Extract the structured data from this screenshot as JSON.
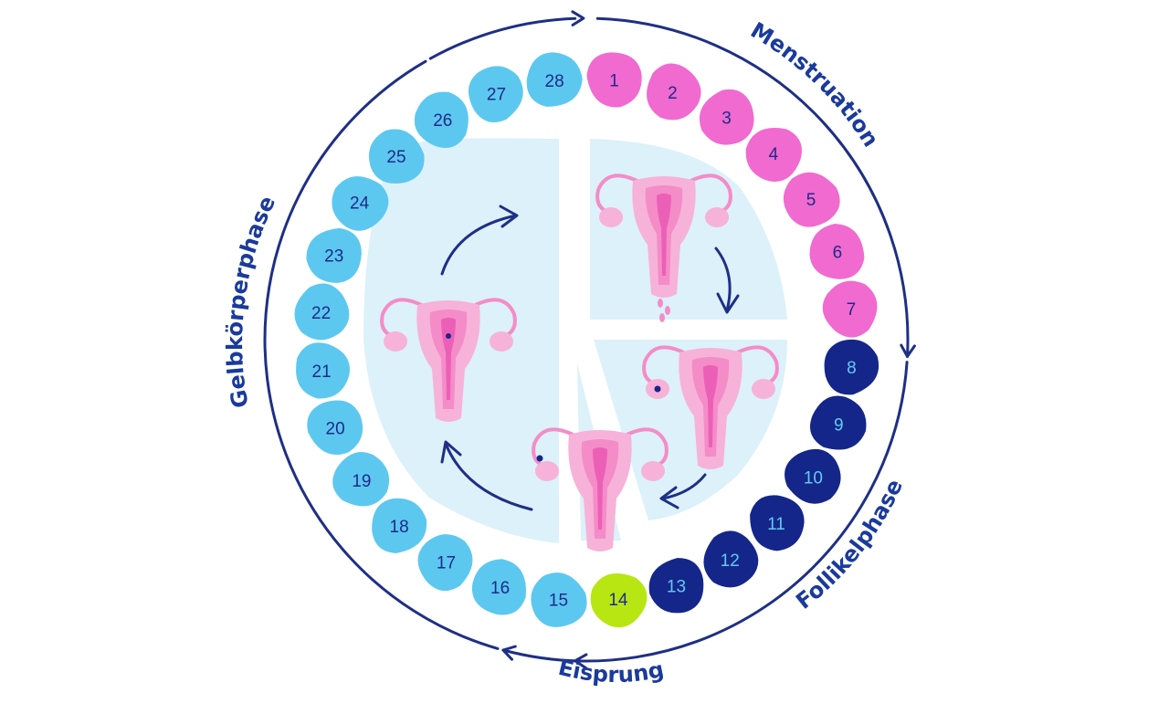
{
  "colors": {
    "menstruation": "#f06ad0",
    "follicular": "#14268a",
    "ovulation": "#b8e612",
    "luteal": "#5cc8f0",
    "text_dark": "#1e2a8a",
    "text_light": "#66c8f2",
    "sector_bg": "#dcf1f9",
    "uterus_light": "#f7b2d9",
    "uterus_mid": "#f48cc8",
    "uterus_dark": "#ec5fb7",
    "line": "#1e2f86"
  },
  "phases": {
    "menstruation": "Menstruation",
    "follicular": "Follikelphase",
    "ovulation": "Eisprung",
    "luteal": "Gelbkörperphase"
  },
  "days": [
    {
      "n": "1",
      "phase": "menstruation"
    },
    {
      "n": "2",
      "phase": "menstruation"
    },
    {
      "n": "3",
      "phase": "menstruation"
    },
    {
      "n": "4",
      "phase": "menstruation"
    },
    {
      "n": "5",
      "phase": "menstruation"
    },
    {
      "n": "6",
      "phase": "menstruation"
    },
    {
      "n": "7",
      "phase": "menstruation"
    },
    {
      "n": "8",
      "phase": "follicular"
    },
    {
      "n": "9",
      "phase": "follicular"
    },
    {
      "n": "10",
      "phase": "follicular"
    },
    {
      "n": "11",
      "phase": "follicular"
    },
    {
      "n": "12",
      "phase": "follicular"
    },
    {
      "n": "13",
      "phase": "follicular"
    },
    {
      "n": "14",
      "phase": "ovulation"
    },
    {
      "n": "15",
      "phase": "luteal"
    },
    {
      "n": "16",
      "phase": "luteal"
    },
    {
      "n": "17",
      "phase": "luteal"
    },
    {
      "n": "18",
      "phase": "luteal"
    },
    {
      "n": "19",
      "phase": "luteal"
    },
    {
      "n": "20",
      "phase": "luteal"
    },
    {
      "n": "21",
      "phase": "luteal"
    },
    {
      "n": "22",
      "phase": "luteal"
    },
    {
      "n": "23",
      "phase": "luteal"
    },
    {
      "n": "24",
      "phase": "luteal"
    },
    {
      "n": "25",
      "phase": "luteal"
    },
    {
      "n": "26",
      "phase": "luteal"
    },
    {
      "n": "27",
      "phase": "luteal"
    },
    {
      "n": "28",
      "phase": "luteal"
    }
  ],
  "icons": {
    "uterus": "uterus-icon",
    "arrow": "cycle-arrow-icon"
  }
}
